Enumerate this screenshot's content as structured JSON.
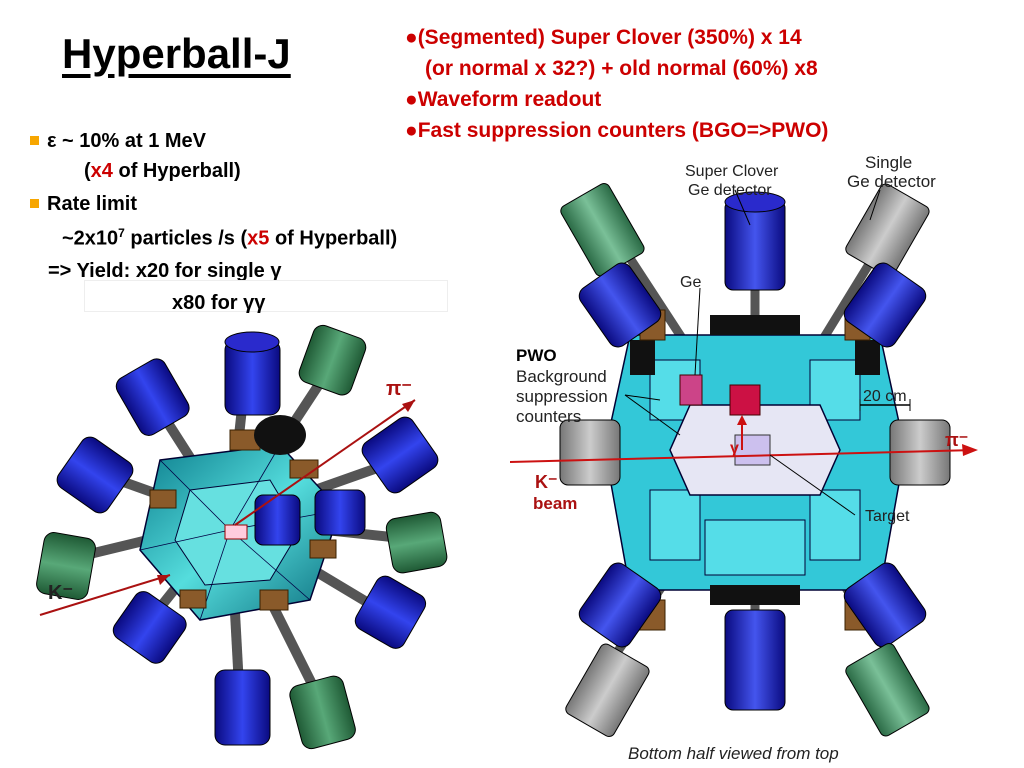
{
  "title": "Hyperball-J",
  "features": {
    "line1": "(Segmented) Super Clover (350%)  x 14",
    "line2": "(or normal x 32?)   +  old normal (60%)  x8",
    "line3": "Waveform readout",
    "line4": "Fast suppression counters (BGO=>PWO)"
  },
  "left": {
    "eff_main": "ε ~ 10% at 1 MeV",
    "eff_open": "(",
    "eff_mult": "x4",
    "eff_rest": " of Hyperball)",
    "rate_label": "Rate limit",
    "rate_base": "~2x10",
    "rate_exp": "7",
    "rate_mid": " particles /s  (",
    "rate_mult": "x5",
    "rate_rest": " of Hyperball)",
    "yield1": "=> Yield:  x20 for single γ",
    "yield2": "x80 for γγ"
  },
  "diagram": {
    "pi_label": "π⁻",
    "k_label": "K⁻",
    "super_clover_1": "Super Clover",
    "super_clover_2": "Ge detector",
    "single_1": "Single",
    "single_2": "Ge detector",
    "ge": "Ge",
    "pwo": "PWO",
    "bg1": "Background",
    "bg2": "suppression",
    "bg3": "counters",
    "scale": "20 cm",
    "pi_right": "π⁻",
    "gamma": "γ",
    "k_beam_1": "K⁻",
    "k_beam_2": "beam",
    "target": "Target",
    "caption": "Bottom half viewed from top"
  },
  "colors": {
    "accent_red": "#cc0000",
    "bullet_orange": "#f7a600",
    "detector_blue": "#2233cc",
    "detector_green": "#3a8a5a",
    "suppression_cyan": "#33cccc"
  }
}
